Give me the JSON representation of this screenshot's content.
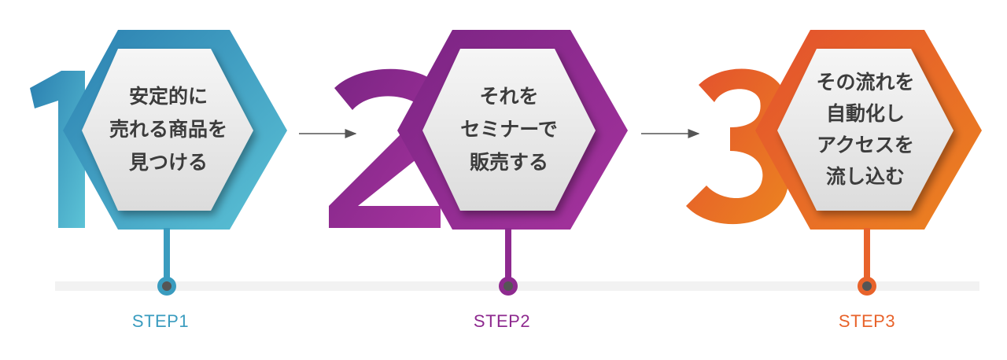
{
  "colors": {
    "step1": "#3a9cbf",
    "step2": "#8e2a8f",
    "step3": "#e8632b",
    "arrow": "#555555",
    "timeline": "#f2f2f2",
    "hex_fill": "#ececec",
    "text": "#3c3c3c"
  },
  "steps": [
    {
      "number": "1",
      "label": "STEP1",
      "lines": [
        "安定的に",
        "売れる商品を",
        "見つける"
      ]
    },
    {
      "number": "2",
      "label": "STEP2",
      "lines": [
        "それを",
        "セミナーで",
        "販売する"
      ]
    },
    {
      "number": "3",
      "label": "STEP3",
      "lines": [
        "その流れを",
        "自動化し",
        "アクセスを",
        "流し込む"
      ]
    }
  ]
}
